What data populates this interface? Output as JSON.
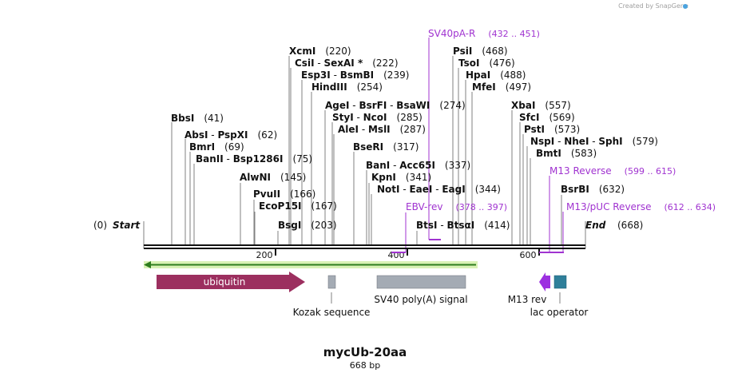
{
  "credit": "Created by SnapGene",
  "title": "mycUb-20aa",
  "length": "668 bp",
  "start_label": "Start",
  "start_pos": "(0)",
  "end_label": "End",
  "end_pos": "(668)",
  "axis_ticks": [
    "200",
    "400",
    "600"
  ],
  "sites": [
    {
      "name": "BbsI",
      "pos": "(41)"
    },
    {
      "name": "AbsI",
      "name2": "PspXI",
      "pos": "(62)"
    },
    {
      "name": "BmrI",
      "pos": "(69)"
    },
    {
      "name": "BanII",
      "name2": "Bsp1286I",
      "pos": "(75)"
    },
    {
      "name": "AlwNI",
      "pos": "(145)"
    },
    {
      "name": "PvuII",
      "pos": "(166)"
    },
    {
      "name": "EcoP15I",
      "pos": "(167)"
    },
    {
      "name": "BsgI",
      "pos": "(203)"
    },
    {
      "name": "XcmI",
      "pos": "(220)"
    },
    {
      "name": "CsiI",
      "name2": "SexAI *",
      "pos": "(222)"
    },
    {
      "name": "Esp3I",
      "name2": "BsmBI",
      "pos": "(239)"
    },
    {
      "name": "HindIII",
      "pos": "(254)"
    },
    {
      "name": "AgeI",
      "name2": "BsrFI",
      "name3": "BsaWI",
      "pos": "(274)"
    },
    {
      "name": "StyI",
      "name2": "NcoI",
      "pos": "(285)"
    },
    {
      "name": "AleI",
      "name2": "MslI",
      "pos": "(287)"
    },
    {
      "name": "BseRI",
      "pos": "(317)"
    },
    {
      "name": "BanI",
      "name2": "Acc65I",
      "pos": "(337)"
    },
    {
      "name": "KpnI",
      "pos": "(341)"
    },
    {
      "name": "NotI",
      "name2": "EaeI",
      "name3": "EagI",
      "pos": "(344)"
    },
    {
      "name": "BtsI",
      "name2": "BtsαI",
      "pos": "(414)"
    },
    {
      "name": "PsiI",
      "pos": "(468)"
    },
    {
      "name": "TsoI",
      "pos": "(476)"
    },
    {
      "name": "HpaI",
      "pos": "(488)"
    },
    {
      "name": "MfeI",
      "pos": "(497)"
    },
    {
      "name": "XbaI",
      "pos": "(557)"
    },
    {
      "name": "SfcI",
      "pos": "(569)"
    },
    {
      "name": "PstI",
      "pos": "(573)"
    },
    {
      "name": "NspI",
      "name2": "NheI",
      "name3": "SphI",
      "pos": "(579)"
    },
    {
      "name": "BmtI",
      "pos": "(583)"
    },
    {
      "name": "BsrBI",
      "pos": "(632)"
    }
  ],
  "primers": [
    {
      "name": "SV40pA-R",
      "range": "(432 .. 451)"
    },
    {
      "name": "EBV-rev",
      "range": "(378 .. 397)"
    },
    {
      "name": "M13 Reverse",
      "range": "(599 .. 615)"
    },
    {
      "name": "M13/pUC Reverse",
      "range": "(612 .. 634)"
    }
  ],
  "features": [
    {
      "name": "ubiquitin",
      "color": "#9c2f5f"
    },
    {
      "name": "Kozak sequence",
      "color": "#a4abb4"
    },
    {
      "name": "SV40 poly(A) signal",
      "color": "#a4abb4"
    },
    {
      "name": "M13 rev",
      "color": "#9c30e0"
    },
    {
      "name": "lac operator",
      "color": "#2f7f9a"
    }
  ],
  "colors": {
    "primer": "#a033d0",
    "orf": "#2e7d1e",
    "orf_band": "#d9f2b5"
  }
}
